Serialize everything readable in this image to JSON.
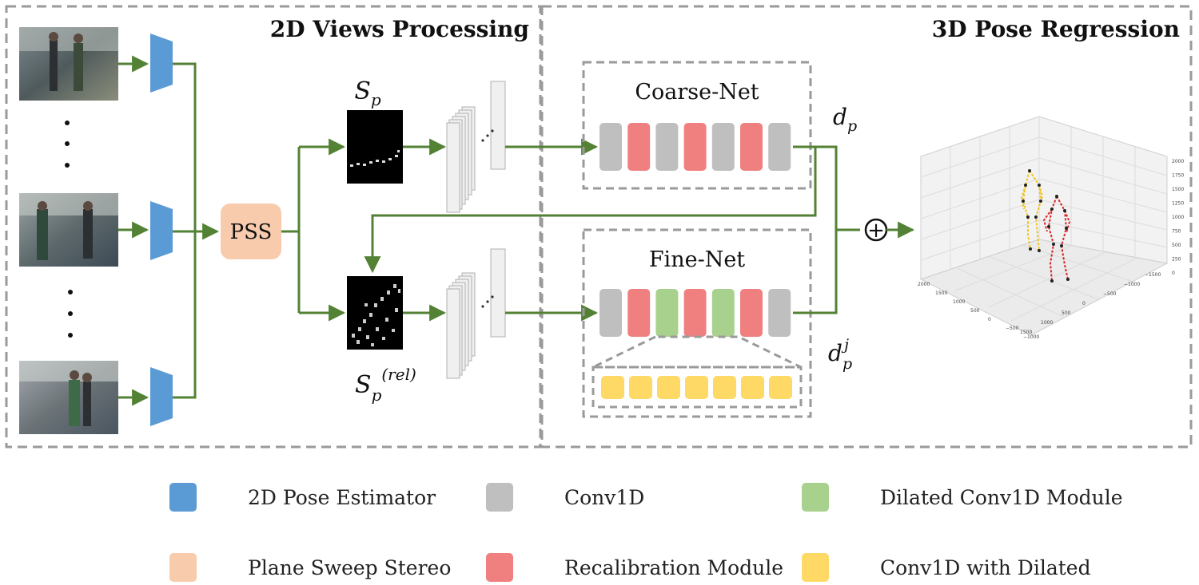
{
  "sections": {
    "left_title": "2D Views Processing",
    "right_title": "3D Pose Regression"
  },
  "pss_label": "PSS",
  "feature_maps": {
    "top_symbol": "S",
    "top_subscript": "p",
    "bottom_symbol": "S",
    "bottom_subscript": "p",
    "bottom_superscript": "(rel)"
  },
  "coarse_net": {
    "title": "Coarse-Net",
    "blocks": [
      "conv1d",
      "recalibration",
      "conv1d",
      "recalibration",
      "conv1d",
      "recalibration",
      "conv1d"
    ]
  },
  "fine_net": {
    "title": "Fine-Net",
    "blocks": [
      "conv1d",
      "recalibration",
      "dilated",
      "recalibration",
      "dilated",
      "recalibration",
      "conv1d"
    ],
    "sub_blocks": [
      "conv1d_dilated",
      "conv1d_dilated",
      "conv1d_dilated",
      "conv1d_dilated",
      "conv1d_dilated",
      "conv1d_dilated",
      "conv1d_dilated"
    ]
  },
  "outputs": {
    "coarse_symbol": "d",
    "coarse_subscript": "p",
    "fine_symbol": "d",
    "fine_subscript": "p",
    "fine_superscript": "j",
    "sum_symbol": "+"
  },
  "plot_ticks": {
    "z": [
      "2000",
      "1750",
      "1500",
      "1250",
      "1000",
      "750",
      "500",
      "250",
      "0"
    ],
    "x": [
      "2000",
      "1500",
      "1000",
      "500",
      "0",
      "−500",
      "−1000"
    ],
    "y": [
      "−1500",
      "−1000",
      "−500",
      "0",
      "500",
      "1000",
      "1500"
    ]
  },
  "legend": [
    {
      "label": "2D Pose Estimator",
      "color": "#5b9bd5"
    },
    {
      "label": "Conv1D",
      "color": "#bfbfbf"
    },
    {
      "label": "Dilated Conv1D Module",
      "color": "#a9d18e"
    },
    {
      "label": "Plane Sweep Stereo",
      "color": "#f8cbad"
    },
    {
      "label": "Recalibration Module",
      "color": "#f08080"
    },
    {
      "label": "Conv1D with Dilated",
      "color": "#ffd966"
    }
  ],
  "colors": {
    "conv1d": "#bfbfbf",
    "recalibration": "#f08080",
    "dilated": "#a9d18e",
    "conv1d_dilated": "#ffd966",
    "estimator": "#5b9bd5",
    "pss": "#f8cbad",
    "arrow": "#548235",
    "dashed": "#9a9a9a"
  }
}
